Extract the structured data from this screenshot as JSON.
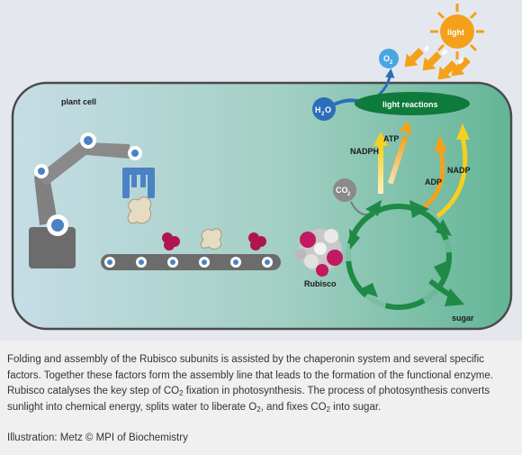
{
  "diagram": {
    "cell_label": "plant cell",
    "light_label": "light",
    "o2_label": "O",
    "o2_sub": "2",
    "h2o_label_pre": "H",
    "h2o_sub": "2",
    "h2o_label_post": "O",
    "light_reactions_label": "light reactions",
    "atp_label": "ATP",
    "nadph_label": "NADPH",
    "adp_label": "ADP",
    "nadp_label": "NADP",
    "co2_label": "CO",
    "co2_sub": "2",
    "rubisco_label": "Rubisco",
    "sugar_label": "sugar"
  },
  "caption": {
    "part1": "Folding and assembly of the Rubisco subunits is assisted by the chaperonin system and several specific factors. Together these factors form the assembly line that leads to the formation of the functional enzyme. Rubisco catalyses the key step of CO",
    "sub1": "2",
    "part2": " fixation in photosynthesis. The process of photosynthesis converts sunlight into chemical energy, splits water to liberate O",
    "sub2": "2",
    "part3": ", and fixes CO",
    "sub3": "2",
    "part4": " into sugar."
  },
  "credit": "Illustration: Metz © MPI of Biochemistry",
  "colors": {
    "cell_left": "#bfd9e3",
    "cell_right": "#6ab89a",
    "cell_border": "#4a4a4a",
    "cycle_green": "#1e8a46",
    "light_reactions_fill": "#0e7a3c",
    "h2o_blue": "#2a6fb8",
    "o2_blue": "#4aa6e0",
    "sun_orange": "#f5a01a",
    "atp_yellow": "#f2c21b",
    "rubisco_pink": "#c21a62",
    "robot_gray": "#6c6c6c",
    "gripper_blue": "#4a82c4"
  }
}
